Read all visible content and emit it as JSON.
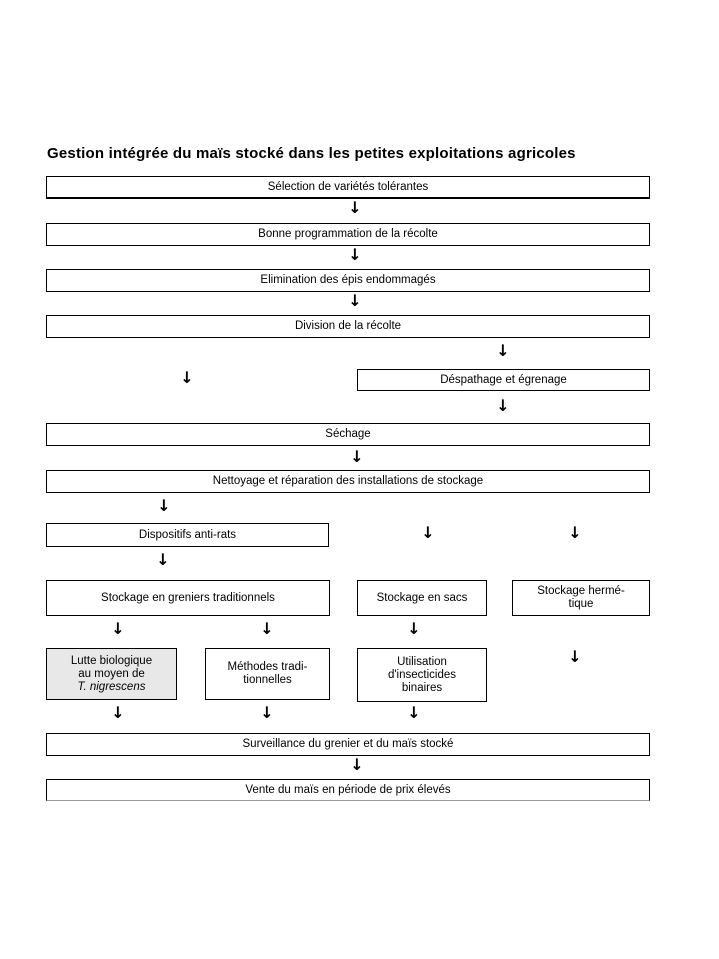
{
  "title": "Gestion intégrée du maïs stocké dans les petites exploitations agricoles",
  "arrow_glyph": "↓",
  "colors": {
    "background": "#ffffff",
    "box_border": "#000000",
    "box_fill": "#ffffff",
    "highlight_fill": "#e8e8e8",
    "faded_border": "#999999"
  },
  "boxes": {
    "selection": "Sélection de variétés tolérantes",
    "programmation": "Bonne programmation de la récolte",
    "elimination": "Elimination des épis endommagés",
    "division": "Division de la récolte",
    "despathage": "Déspathage et égrenage",
    "sechage": "Séchage",
    "nettoyage": "Nettoyage et réparation des installations de stockage",
    "dispositifs": "Dispositifs anti-rats",
    "greniers": "Stockage en greniers traditionnels",
    "sacs": "Stockage en sacs",
    "hermetique": {
      "line1": "Stockage hermé-",
      "line2": "tique"
    },
    "lutte": {
      "line1": "Lutte biologique",
      "line2": "au moyen de",
      "line3": "T. nigrescens"
    },
    "methodes": {
      "line1": "Méthodes tradi-",
      "line2": "tionnelles"
    },
    "insecticides": {
      "line1": "Utilisation",
      "line2": "d'insecticides",
      "line3": "binaires"
    },
    "surveillance": "Surveillance du grenier et du maïs stocké",
    "vente": "Vente du maïs en période de prix élevés"
  }
}
